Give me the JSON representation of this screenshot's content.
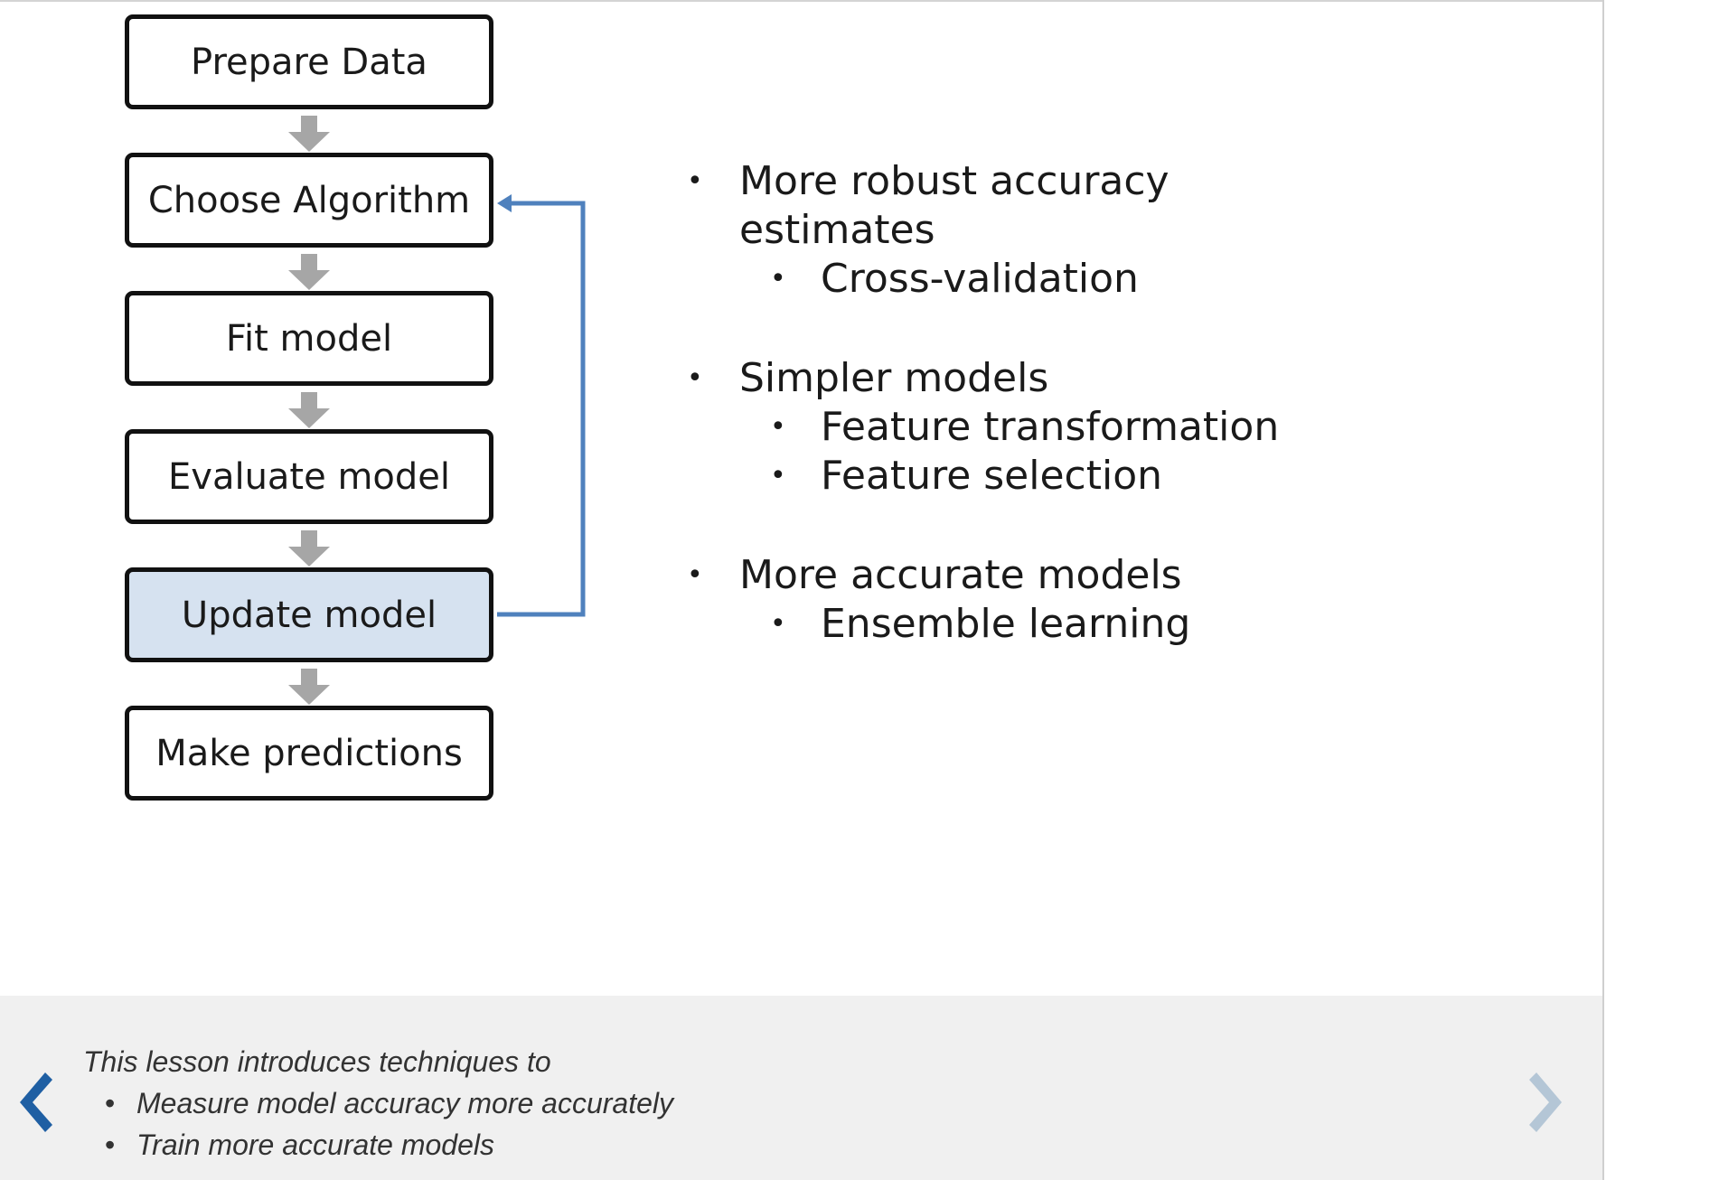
{
  "flowchart": {
    "steps": [
      {
        "label": "Prepare Data"
      },
      {
        "label": "Choose Algorithm"
      },
      {
        "label": "Fit model"
      },
      {
        "label": "Evaluate model"
      },
      {
        "label": "Update model",
        "highlighted": true
      },
      {
        "label": "Make predictions"
      }
    ],
    "colors": {
      "loop_arrow": "#4f81bd",
      "highlight_fill": "#d6e2f0",
      "step_arrow": "#a6a6a6"
    }
  },
  "bullets": {
    "robust": "More robust accuracy",
    "robust_cont": "estimates",
    "cross_validation": "Cross-validation",
    "simpler": "Simpler models",
    "feature_transformation": "Feature transformation",
    "feature_selection": "Feature selection",
    "accurate": "More accurate models",
    "ensemble": "Ensemble learning"
  },
  "notes": {
    "intro": "This lesson introduces techniques to",
    "items": [
      "Measure model accuracy more accurately",
      "Train more accurate models"
    ]
  },
  "navigation": {
    "prev_icon": "chevron-left-icon",
    "next_icon": "chevron-right-icon",
    "prev_color": "#1f5fa3",
    "next_color": "#b4c6d6"
  }
}
